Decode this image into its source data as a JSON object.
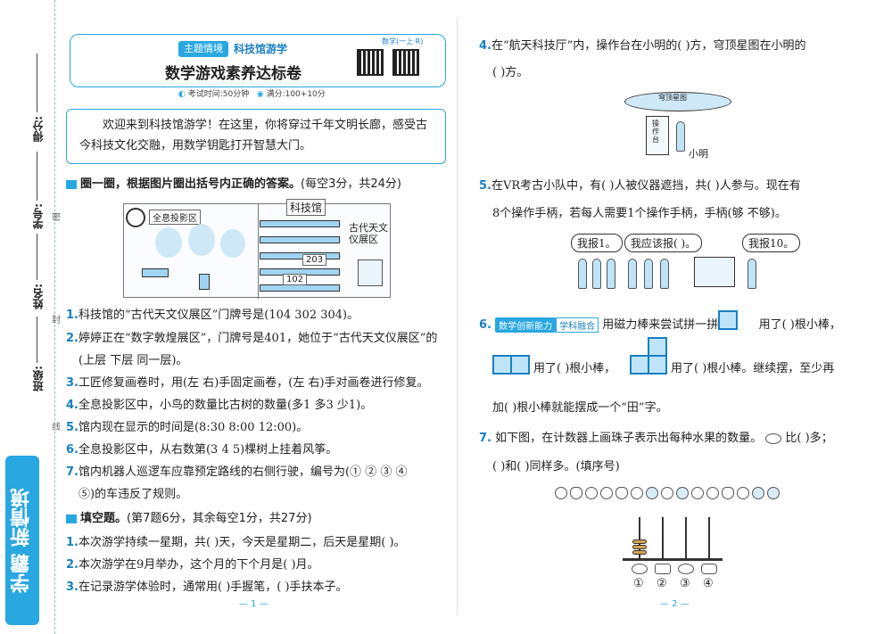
{
  "strip": {
    "score_label": "得分:",
    "id_label": "学号:",
    "name_label": "姓名:",
    "class_label": "班级:",
    "cut1": "密",
    "cut2": "封",
    "cut3": "线",
    "brand": "学霸 新情境"
  },
  "header": {
    "tag": "主题情境",
    "tag_title": "科技馆游学",
    "title": "数学游戏素养达标卷",
    "subject": "数学(一上·R)",
    "exam_time": "考试时间:50分钟",
    "full_score": "满分:100+10分"
  },
  "intro": "欢迎来到科技馆游学！在这里，你将穿过千年文明长廊，感受古今科技文化交融，用数学钥匙打开智慧大门。",
  "section1": {
    "title": "圈一圈，根据图片圈出括号内正确的答案。",
    "note": "(每空3分，共24分)",
    "illustration": {
      "projection_area": "全息投影区",
      "museum": "科技馆",
      "ancient_area": "古代天文仪展区",
      "door_203": "203",
      "door_102": "102"
    },
    "items": [
      {
        "n": "1.",
        "text": "科技馆的“古代天文仪展区”门牌号是(104   302   304)。"
      },
      {
        "n": "2.",
        "text": "婷婷正在“数字敦煌展区”，门牌号是401，她位于“古代天文仪展区”的"
      },
      {
        "n": "",
        "text": "(上层   下层   同一层)。"
      },
      {
        "n": "3.",
        "text": "工匠修复画卷时，用(左  右)手固定画卷，(左  右)手对画卷进行修复。"
      },
      {
        "n": "4.",
        "text": "全息投影区中，小鸟的数量比古树的数量(多1   多3   少1)。"
      },
      {
        "n": "5.",
        "text": "馆内现在显示的时间是(8:30   8:00   12:00)。"
      },
      {
        "n": "6.",
        "text": "全息投影区中，从右数第(3   4   5)棵树上挂着风筝。"
      },
      {
        "n": "7.",
        "text": "馆内机器人巡逻车应靠预定路线的右侧行驶，编号为(①   ②   ③   ④"
      },
      {
        "n": "",
        "text": "⑤)的车违反了规则。"
      }
    ]
  },
  "section2": {
    "title": "填空题。",
    "note": "(第7题6分，其余每空1分，共27分)",
    "items": [
      {
        "n": "1.",
        "text": "本次游学持续一星期，共(     )天，今天是星期二，后天是星期(     )。"
      },
      {
        "n": "2.",
        "text": "本次游学在9月举办，这个月的下个月是(     )月。"
      },
      {
        "n": "3.",
        "text": "在记录游学体验时，通常用(     )手握笔，(     )手扶本子。"
      }
    ]
  },
  "page2": {
    "q4_line1": "在“航天科技厅”内，操作台在小明的(     )方，穹顶星图在小明的",
    "q4_line2": "(     )方。",
    "q4_dome": "穹顶星图",
    "q4_console": "操作台",
    "q4_person": "小明",
    "q5_line1": "在VR考古小队中，有(     )人被仪器遮挡，共(     )人参与。现在有",
    "q5_line2": "8个操作手柄，若每人需要1个操作手柄，手柄(够   不够)。",
    "q5_b1": "我报1。",
    "q5_b2": "我应该报(  )。",
    "q5_b3": "我报10。",
    "q6_badge1": "数学创新能力",
    "q6_badge2": "学科融合",
    "q6_line1a": "用磁力棒来尝试拼一拼：",
    "q6_line1b": "用了(     )根小棒，",
    "q6_line2a": "用了(     )根小棒，",
    "q6_line2b": "用了(     )根小棒。继续摆，至少再",
    "q6_line3": "加(     )根小棒就能摆成一个“田”字。",
    "q7_line1a": "如下图，在计数器上画珠子表示出每种水果的数量。",
    "q7_line1b": "比(     )多；",
    "q7_line2": "(     )和(     )同样多。(填序号)",
    "q7_labels": [
      "①",
      "②",
      "③",
      "④"
    ]
  },
  "footers": {
    "page1": "— 1 —",
    "page2": "— 2 —"
  },
  "nums": {
    "q4": "4.",
    "q5": "5.",
    "q6": "6.",
    "q7": "7."
  },
  "colors": {
    "accent": "#29a7e1",
    "accent_dark": "#1a7fc3"
  }
}
